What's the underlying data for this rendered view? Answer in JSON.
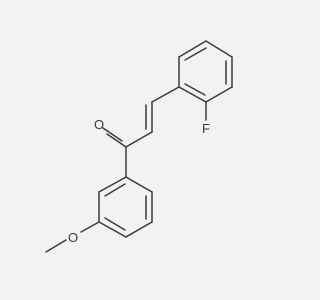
{
  "molecule": {
    "atoms": {
      "oxygen_carbonyl": "O",
      "fluorine": "F",
      "oxygen_methoxy": "O"
    }
  },
  "colors": {
    "background": "#f2f2f2",
    "bond": "#3a3a3a"
  }
}
